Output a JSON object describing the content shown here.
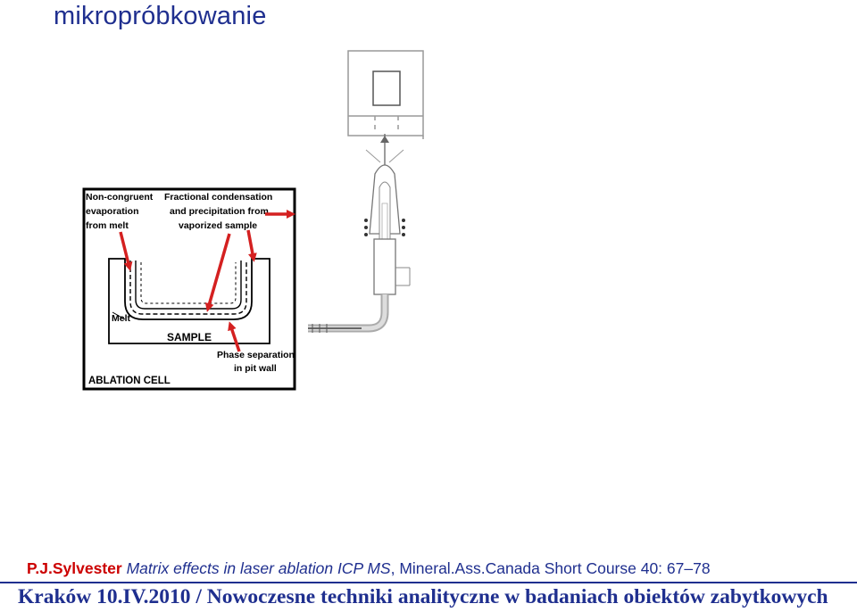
{
  "slide": {
    "title": "mikropróbkowanie"
  },
  "diagram": {
    "label_noncongruent_1": "Non-congruent",
    "label_noncongruent_2": "evaporation",
    "label_noncongruent_3": "from melt",
    "label_fractional_1": "Fractional condensation",
    "label_fractional_2": "and precipitation from",
    "label_fractional_3": "vaporized sample",
    "label_melt": "Melt",
    "label_sample": "SAMPLE",
    "label_phase_1": "Phase separation",
    "label_phase_2": "in pit wall",
    "label_cell": "ABLATION CELL"
  },
  "citation": {
    "author": "P.J.Sylvester",
    "italic_title": "Matrix effects in laser ablation ICP MS",
    "source": ", Mineral.Ass.Canada Short Course 40: 67–78"
  },
  "footer": {
    "text": "Kraków 10.IV.2010 / Nowoczesne techniki analityczne w badaniach obiektów zabytkowych"
  },
  "colors": {
    "title_blue": "#1f2f8f",
    "arrow_red": "#d42020",
    "author_red": "#cc0000"
  }
}
